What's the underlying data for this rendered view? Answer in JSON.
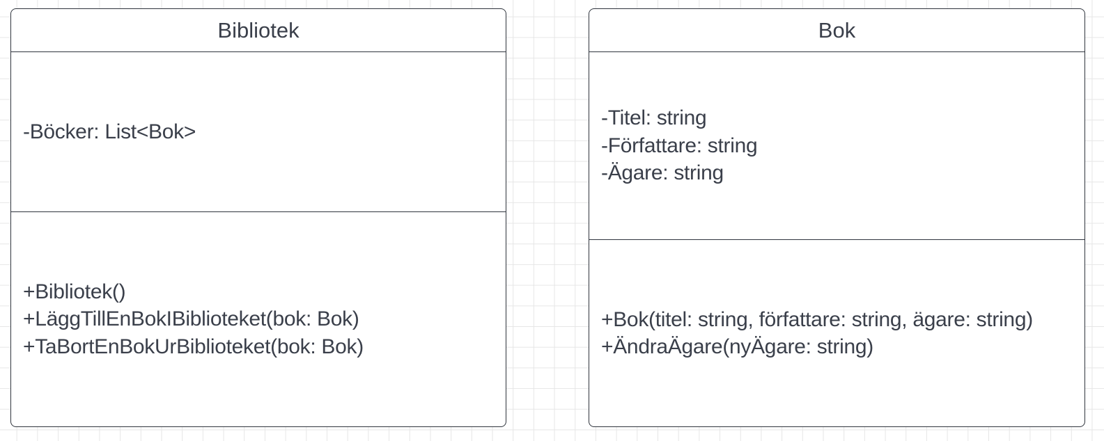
{
  "classes": [
    {
      "name": "Bibliotek",
      "attributes": [
        "-Böcker: List<Bok>"
      ],
      "operations": [
        "+Bibliotek()",
        "+LäggTillEnBokIBiblioteket(bok: Bok)",
        "+TaBortEnBokUrBiblioteket(bok: Bok)"
      ]
    },
    {
      "name": "Bok",
      "attributes": [
        "-Titel: string",
        "-Författare: string",
        "-Ägare: string"
      ],
      "operations": [
        "+Bok(titel: string, författare: string, ägare: string)",
        "+ÄndraÄgare(nyÄgare: string)"
      ]
    }
  ]
}
